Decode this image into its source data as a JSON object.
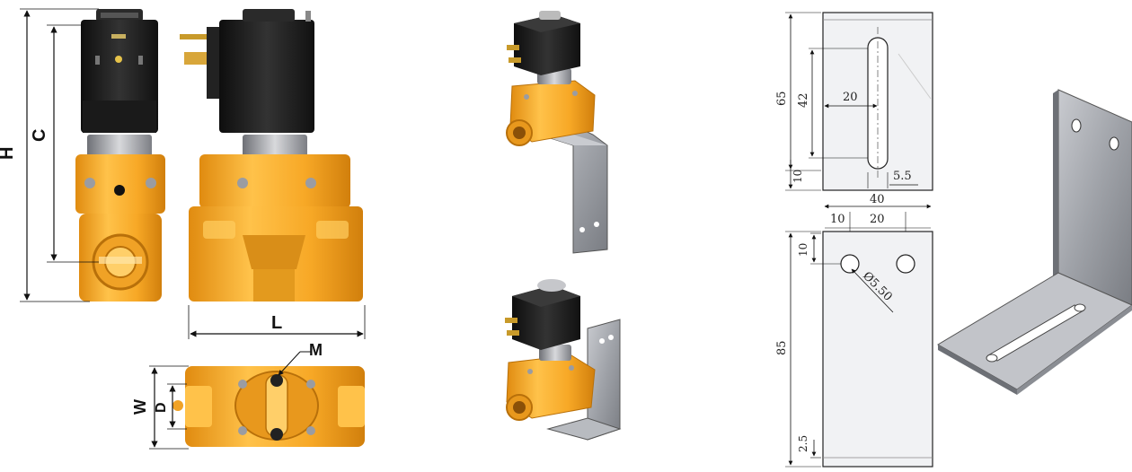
{
  "labels": {
    "H": "H",
    "C": "C",
    "L": "L",
    "M": "M",
    "W": "W",
    "D": "D"
  },
  "bracket_dims": {
    "d65": "65",
    "d42": "42",
    "d20a": "20",
    "d10a": "10",
    "d5_5": "5.5",
    "d40": "40",
    "d10b": "10",
    "d20b": "20",
    "d10c": "10",
    "dhole": "Ø5.50",
    "d85": "85",
    "d2_5": "2.5"
  },
  "colors": {
    "brass": "#f5a623",
    "brass_dark": "#c97d0a",
    "brass_light": "#ffd27a",
    "coil": "#1f1f1f",
    "steel": "#9a9ca2",
    "steel_light": "#d4d6da",
    "bracket_face": "#f1f2f4"
  }
}
